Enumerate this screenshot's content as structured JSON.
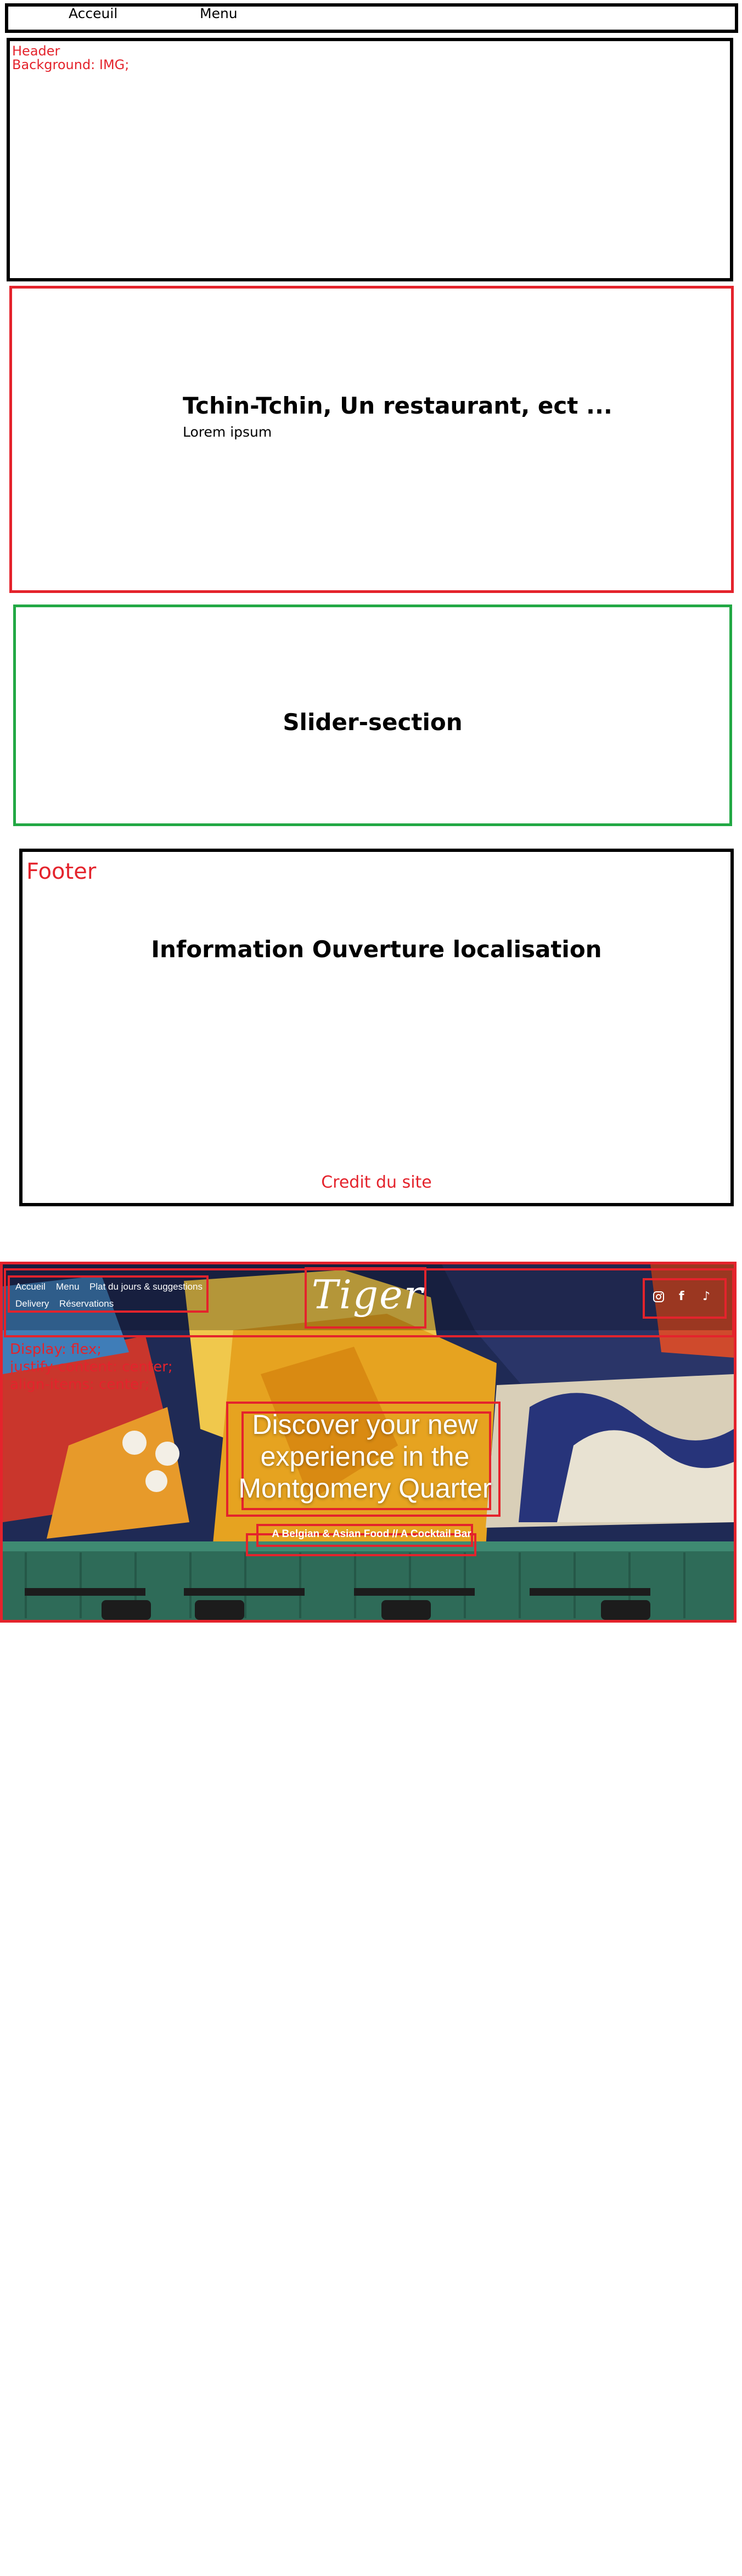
{
  "wireframe": {
    "nav": {
      "items": [
        "Acceuil",
        "Menu"
      ]
    },
    "header": {
      "label": "Header",
      "note": "Background: IMG;"
    },
    "intro": {
      "title": "Tchin-Tchin, Un restaurant, ect ...",
      "subtitle": "Lorem ipsum"
    },
    "slider": {
      "label": "Slider-section"
    },
    "footer": {
      "label": "Footer",
      "info": "Information Ouverture localisation",
      "credit": "Credit du site"
    }
  },
  "mockup": {
    "nav": {
      "items": [
        "Accueil",
        "Menu",
        "Plat du jours & suggestions",
        "Delivery",
        "Réservations"
      ]
    },
    "logo": "Tiger",
    "social": [
      "instagram-icon",
      "facebook-icon",
      "tiktok-icon"
    ],
    "css_note": [
      "Display: flex;",
      "justify-content: center;",
      "align-items: center;"
    ],
    "headline": "Discover your new experience in the Montgomery Quarter",
    "tagline": "A Belgian & Asian Food // A Cocktail Bar",
    "colors": {
      "annotation": "#e4232c",
      "slider_border": "#22a844",
      "wireframe_border": "#000000"
    }
  }
}
